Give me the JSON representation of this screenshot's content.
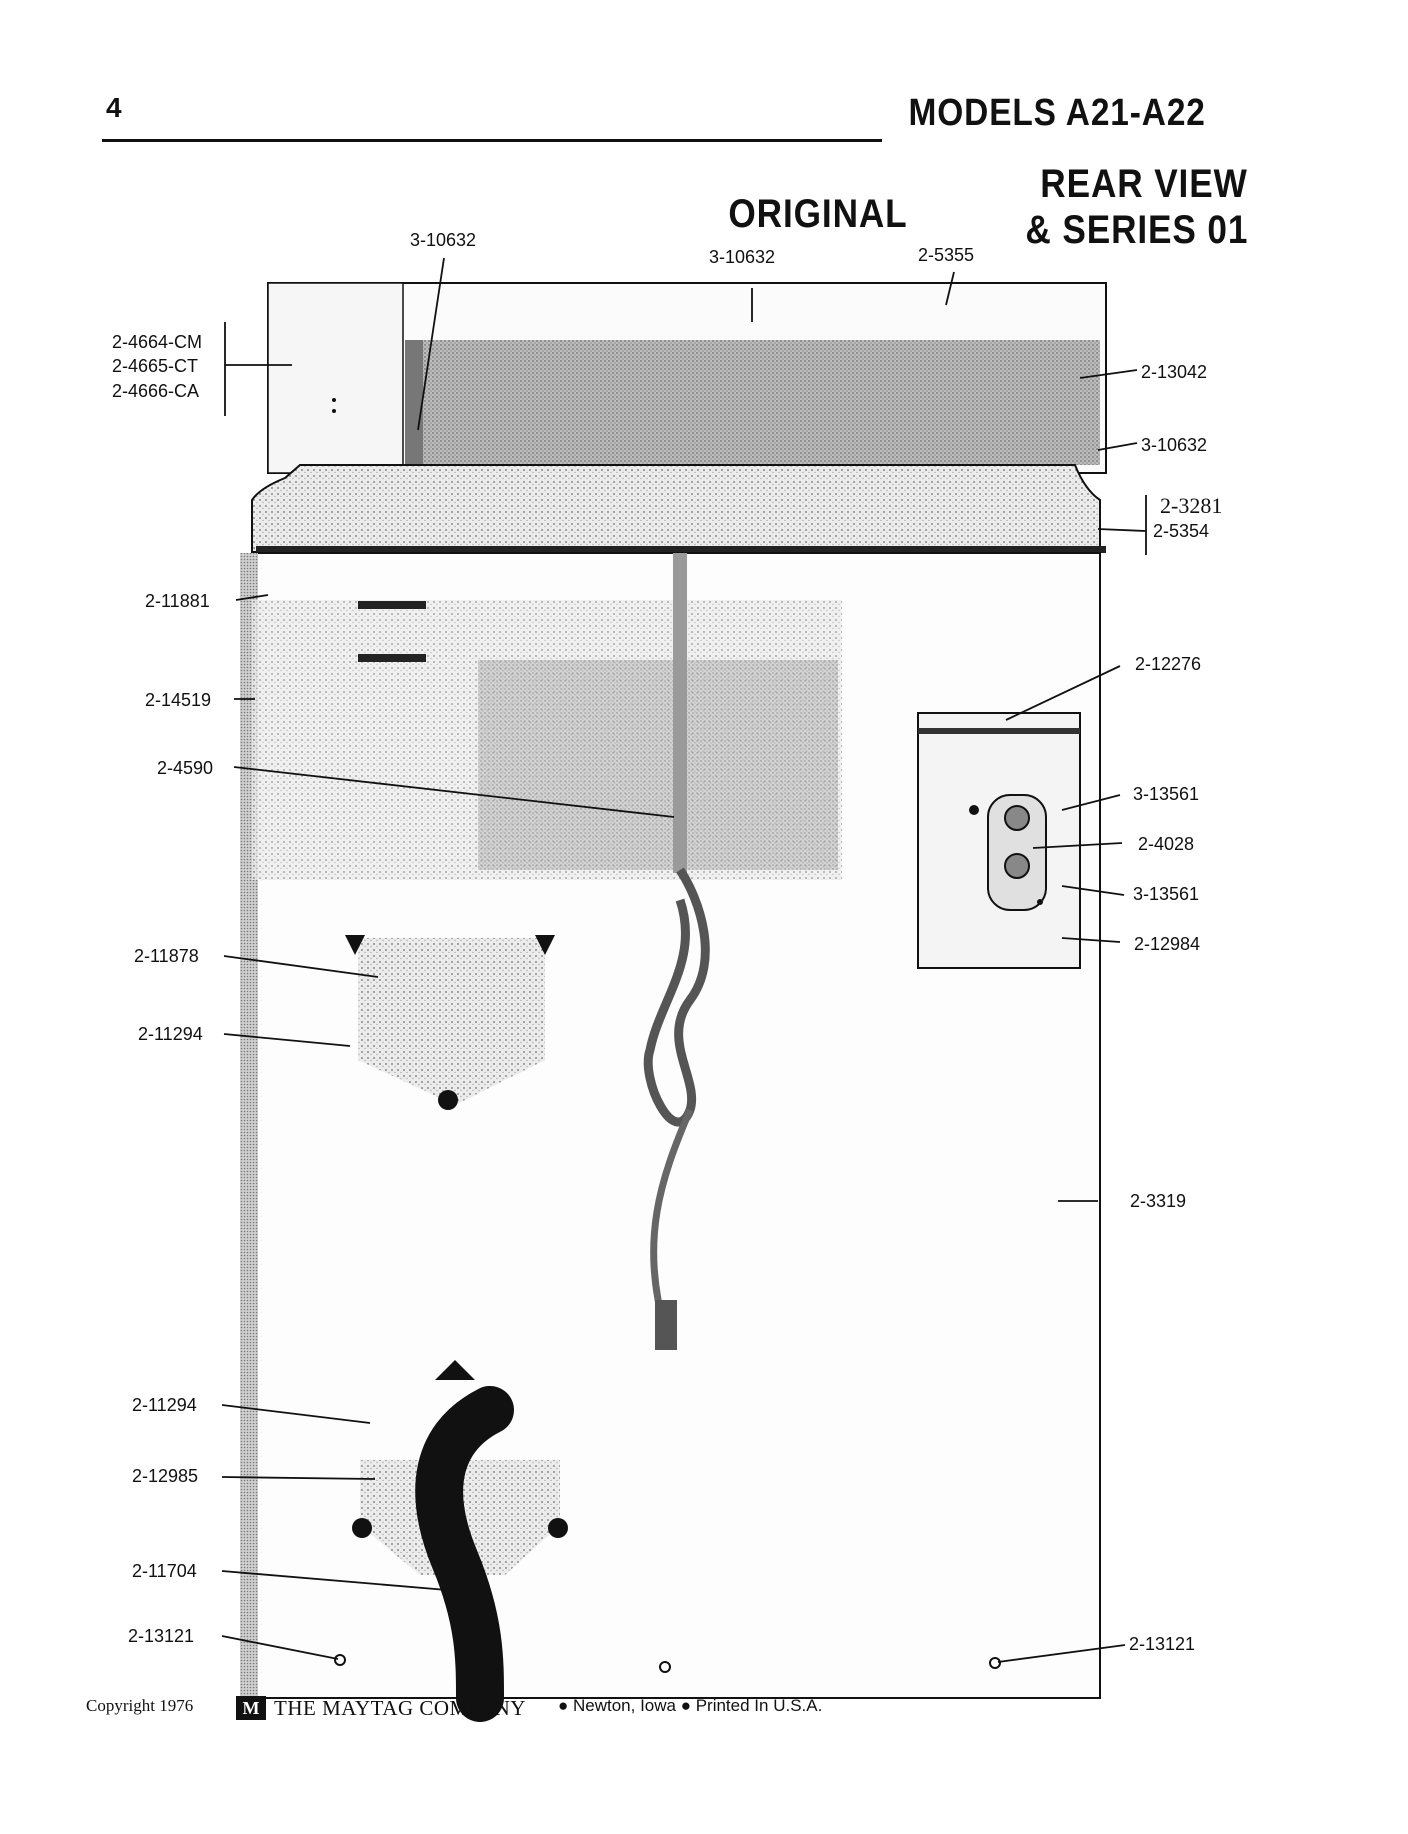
{
  "header": {
    "page_number": "4",
    "models": "MODELS  A21-A22",
    "view_line1": "REAR VIEW",
    "view_original": "ORIGINAL",
    "view_series": "& SERIES 01"
  },
  "callouts": [
    {
      "id": "c1",
      "label": "3-10632"
    },
    {
      "id": "c2",
      "label": "3-10632"
    },
    {
      "id": "c3",
      "label": "2-5355"
    },
    {
      "id": "c4a",
      "label": "2-4664-CM"
    },
    {
      "id": "c4b",
      "label": "2-4665-CT"
    },
    {
      "id": "c4c",
      "label": "2-4666-CA"
    },
    {
      "id": "c5",
      "label": "2-13042"
    },
    {
      "id": "c6",
      "label": "3-10632"
    },
    {
      "id": "c7",
      "label": "2-3281"
    },
    {
      "id": "c8",
      "label": "2-5354"
    },
    {
      "id": "c9",
      "label": "2-11881"
    },
    {
      "id": "c10",
      "label": "2-14519"
    },
    {
      "id": "c11",
      "label": "2-4590"
    },
    {
      "id": "c12",
      "label": "2-12276"
    },
    {
      "id": "c13",
      "label": "3-13561"
    },
    {
      "id": "c14",
      "label": "2-4028"
    },
    {
      "id": "c15",
      "label": "3-13561"
    },
    {
      "id": "c16",
      "label": "2-12984"
    },
    {
      "id": "c17",
      "label": "2-11878"
    },
    {
      "id": "c18",
      "label": "2-11294"
    },
    {
      "id": "c19",
      "label": "2-3319"
    },
    {
      "id": "c20",
      "label": "2-11294"
    },
    {
      "id": "c21",
      "label": "2-12985"
    },
    {
      "id": "c22",
      "label": "2-11704"
    },
    {
      "id": "c23",
      "label": "2-13121"
    },
    {
      "id": "c24",
      "label": "2-13121"
    }
  ],
  "footer": {
    "copyright": "Copyright 1976",
    "logo_mark": "M",
    "company": "THE MAYTAG COMPANY",
    "location": "●  Newton, Iowa  ●  Printed In U.S.A."
  },
  "colors": {
    "ink": "#111111",
    "panel_shade": "#d8d8d8",
    "panel_light": "#f2f2f2"
  }
}
